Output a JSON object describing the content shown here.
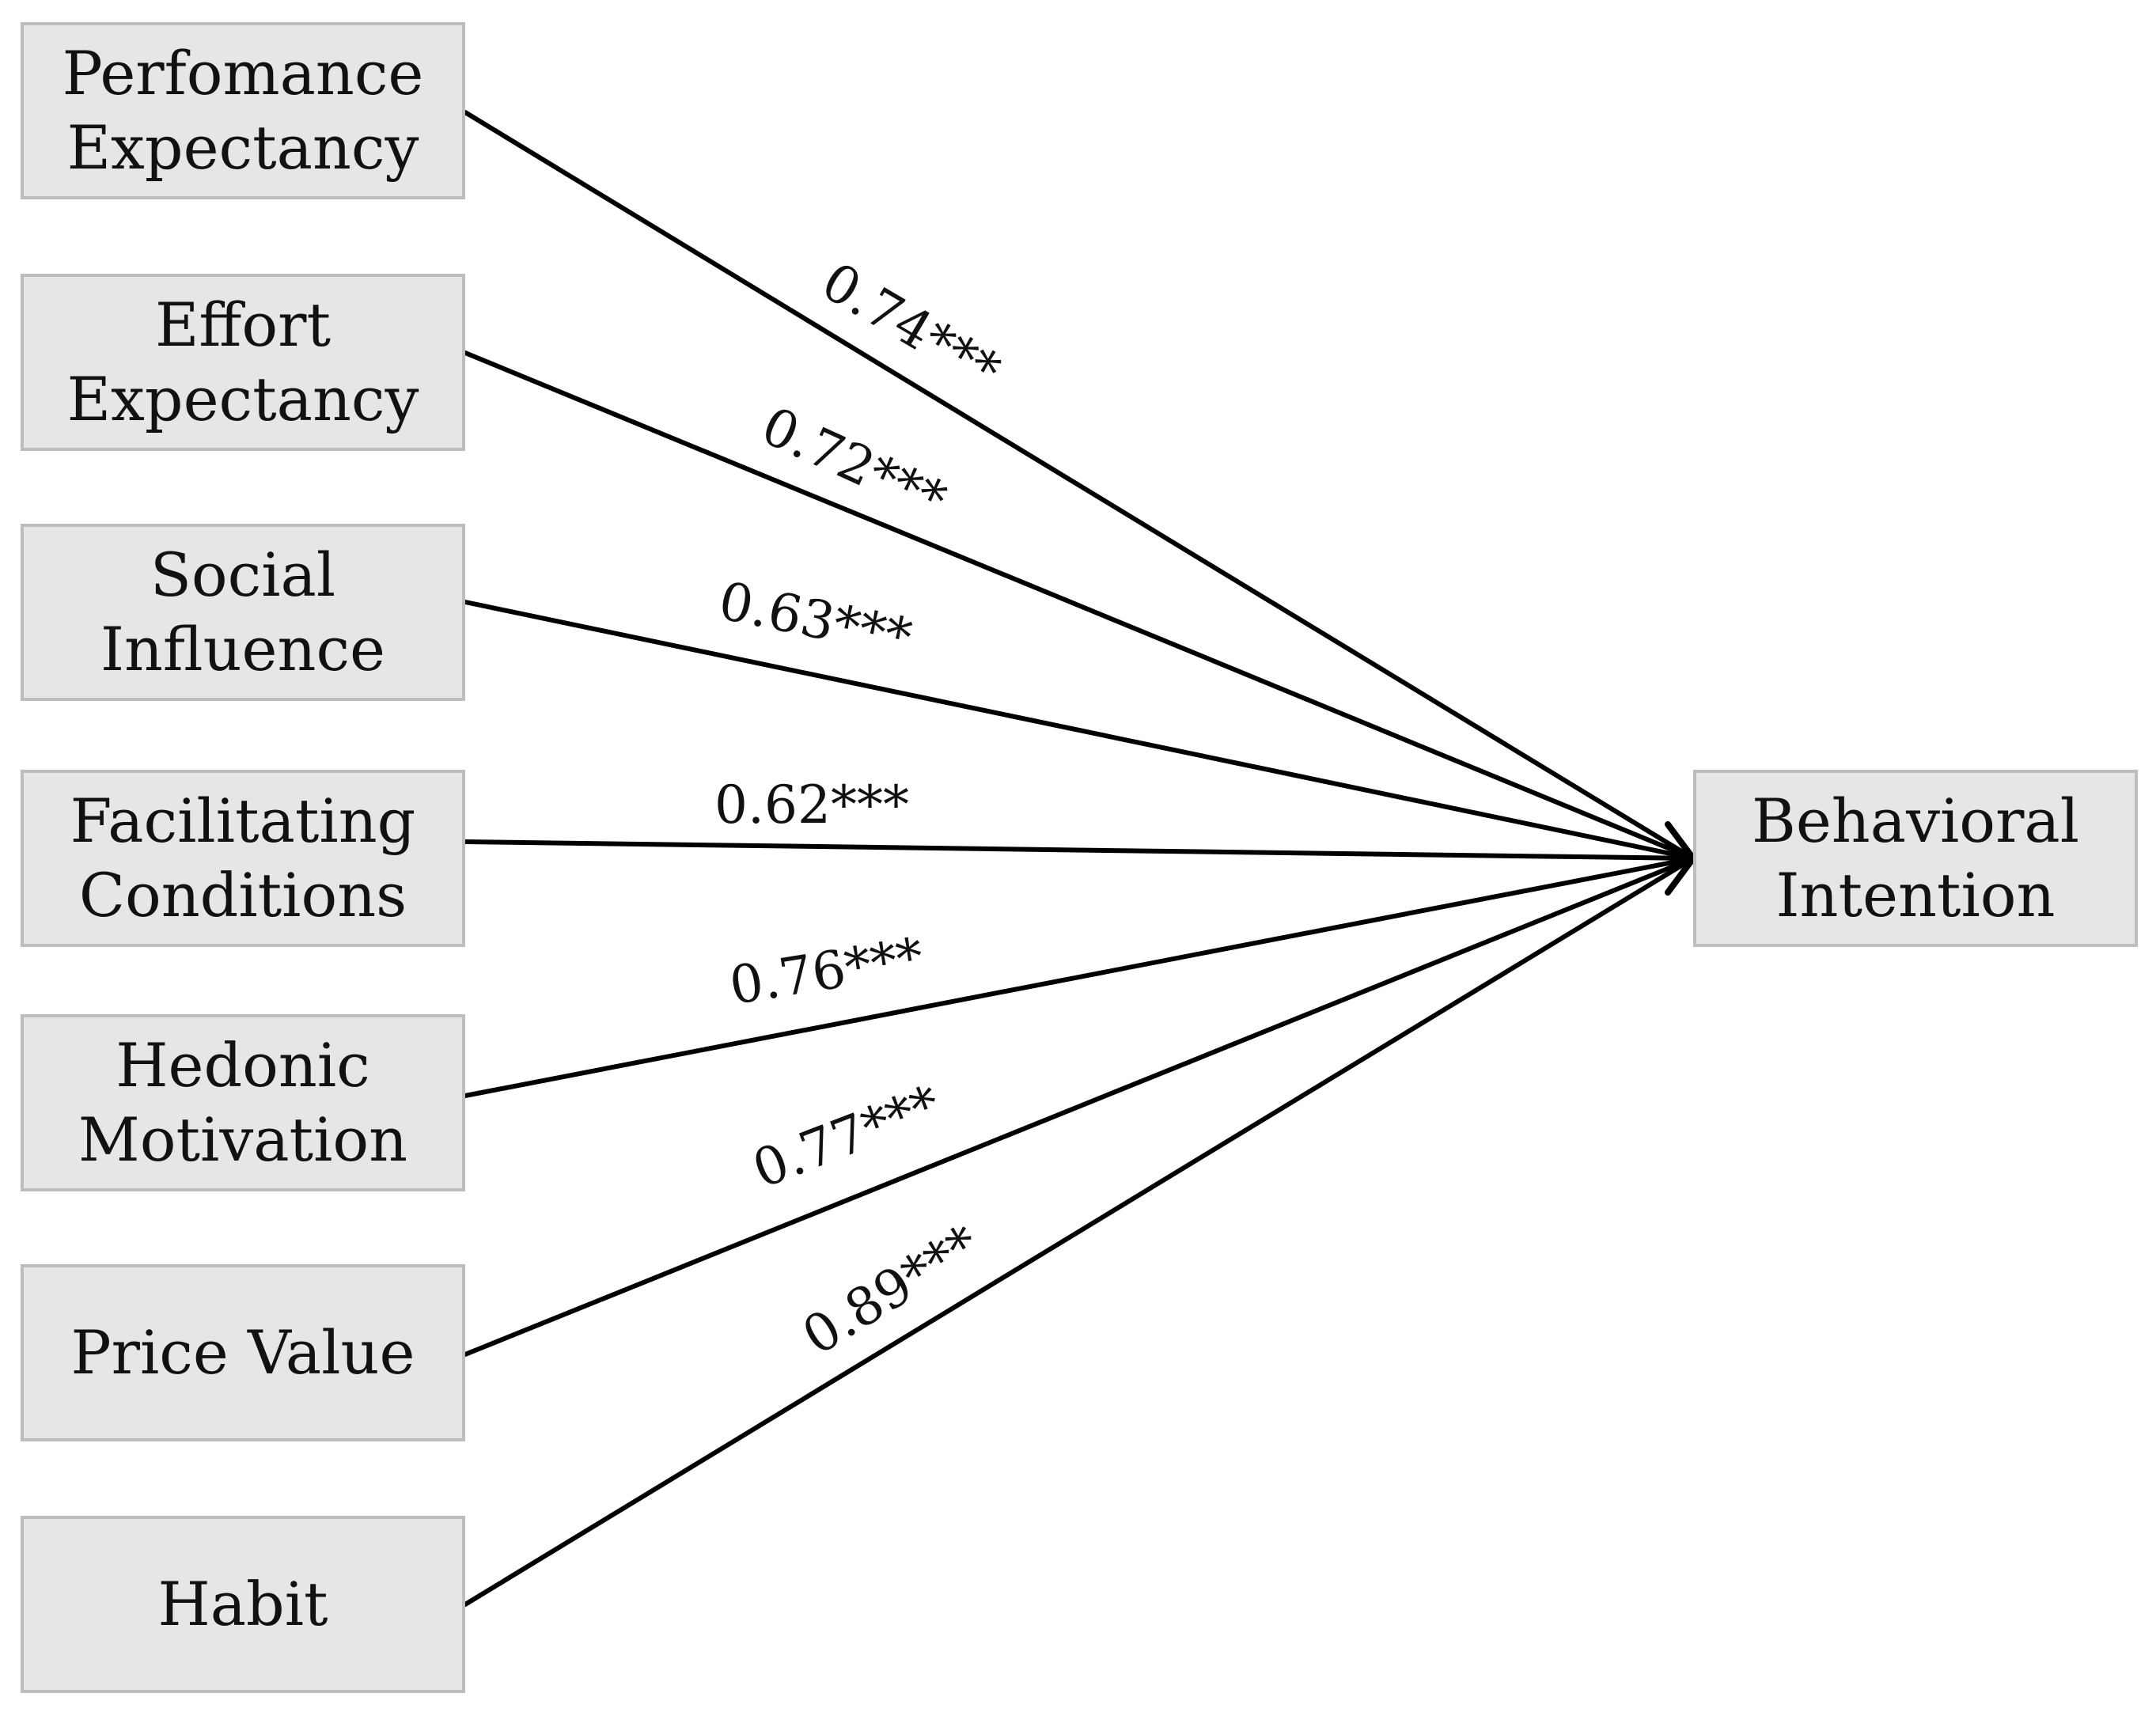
{
  "diagram": {
    "target": {
      "id": "behavioral-intention",
      "lines": [
        "Behavioral",
        "Intention"
      ]
    },
    "sources": [
      {
        "id": "performance-expectancy",
        "lines": [
          "Perfomance",
          "Expectancy"
        ],
        "coefficient": "0.74***"
      },
      {
        "id": "effort-expectancy",
        "lines": [
          "Effort",
          "Expectancy"
        ],
        "coefficient": "0.72***"
      },
      {
        "id": "social-influence",
        "lines": [
          "Social",
          "Influence"
        ],
        "coefficient": "0.63***"
      },
      {
        "id": "facilitating-conditions",
        "lines": [
          "Facilitating",
          "Conditions"
        ],
        "coefficient": "0.62***"
      },
      {
        "id": "hedonic-motivation",
        "lines": [
          "Hedonic",
          "Motivation"
        ],
        "coefficient": "0.76***"
      },
      {
        "id": "price-value",
        "lines": [
          "Price Value"
        ],
        "coefficient": "0.77***"
      },
      {
        "id": "habit",
        "lines": [
          "Habit"
        ],
        "coefficient": "0.89***"
      }
    ],
    "colors": {
      "box_fill": "#e6e6e6",
      "box_border": "#bdbdbd",
      "line": "#000000",
      "text": "#111111"
    }
  }
}
